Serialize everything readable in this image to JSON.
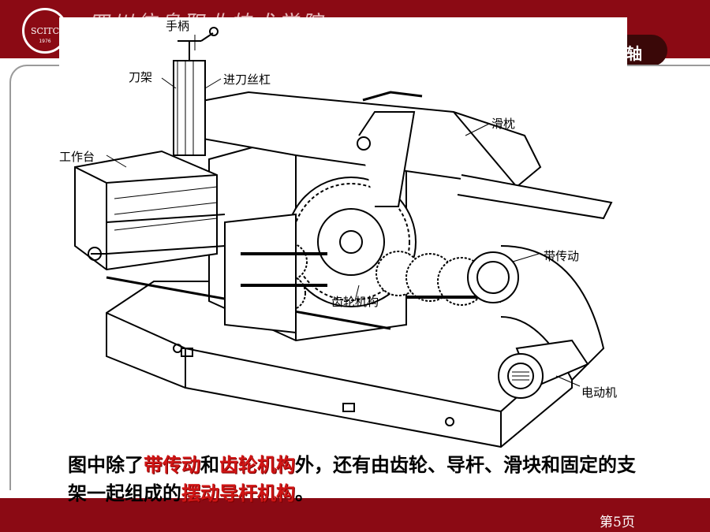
{
  "header": {
    "school_name": "四川信息职业技术学院",
    "logo_text": "SCITC",
    "logo_year": "1976",
    "section_tab": "轴"
  },
  "figure": {
    "labels": {
      "handle": "手柄",
      "tool_holder": "刀架",
      "feed_screw": "进刀丝杠",
      "ram": "滑枕",
      "worktable": "工作台",
      "belt_drive": "带传动",
      "gear_mechanism": "齿轮机构",
      "motor": "电动机"
    }
  },
  "caption": {
    "p1": "图中除了",
    "h1": "带传动",
    "p2": "和",
    "h2": "齿轮机构",
    "p3": "外，还有由齿轮、导杆、滑块和固定的支架一起组成的",
    "h3": "摆动导杆机构",
    "p4": "。"
  },
  "footer": {
    "page": "第5页"
  }
}
